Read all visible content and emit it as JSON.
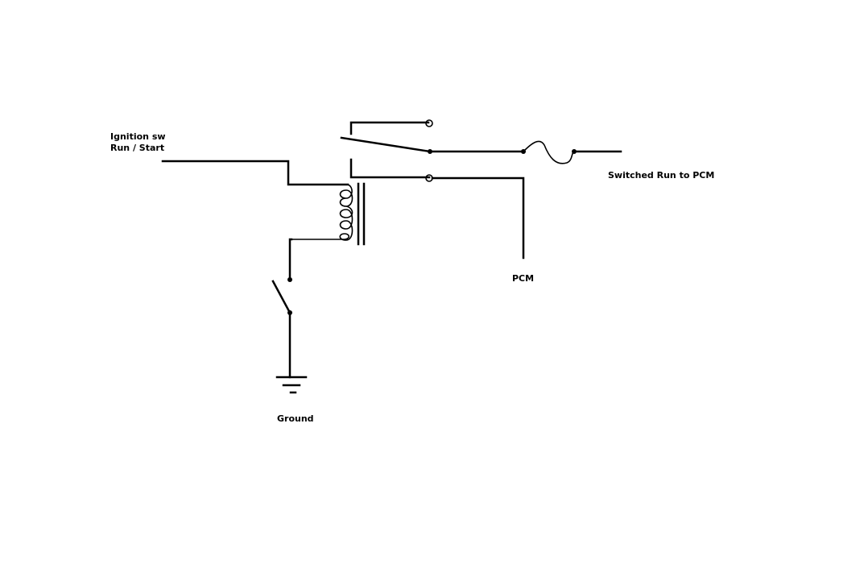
{
  "labels": {
    "ignition_line1": "Ignition sw",
    "ignition_line2": "Run / Start",
    "switched_run": "Switched Run to PCM",
    "pcm": "PCM",
    "ground": "Ground"
  },
  "colors": {
    "line": "#000000",
    "background": "#ffffff"
  }
}
